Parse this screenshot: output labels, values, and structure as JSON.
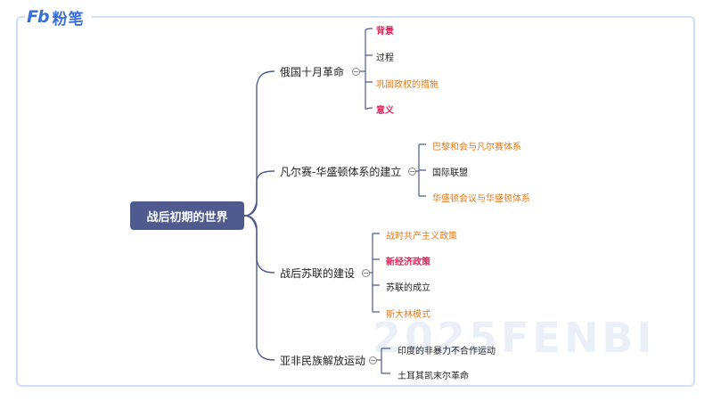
{
  "brand": {
    "logo_mark": "Fb",
    "logo_text": "粉笔"
  },
  "watermark": "2025FENBI",
  "root": "战后初期的世界",
  "branches": [
    {
      "label": "俄国十月革命",
      "children": [
        {
          "label": "背景",
          "color": "#e0245a"
        },
        {
          "label": "过程",
          "color": "#222222"
        },
        {
          "label": "巩固政权的措施",
          "color": "#e07b1a"
        },
        {
          "label": "意义",
          "color": "#e0245a"
        }
      ]
    },
    {
      "label": "凡尔赛-华盛顿体系的建立",
      "children": [
        {
          "label": "巴黎和会与凡尔赛体系",
          "color": "#e07b1a"
        },
        {
          "label": "国际联盟",
          "color": "#222222"
        },
        {
          "label": "华盛顿会议与华盛顿体系",
          "color": "#e07b1a"
        }
      ]
    },
    {
      "label": "战后苏联的建设",
      "children": [
        {
          "label": "战时共产主义政策",
          "color": "#e07b1a"
        },
        {
          "label": "新经济政策",
          "color": "#e0245a"
        },
        {
          "label": "苏联的成立",
          "color": "#222222"
        },
        {
          "label": "斯大林模式",
          "color": "#e07b1a"
        }
      ]
    },
    {
      "label": "亚非民族解放运动",
      "children": [
        {
          "label": "印度的非暴力不合作运动",
          "color": "#222222"
        },
        {
          "label": "土耳其凯末尔革命",
          "color": "#222222"
        }
      ]
    }
  ]
}
